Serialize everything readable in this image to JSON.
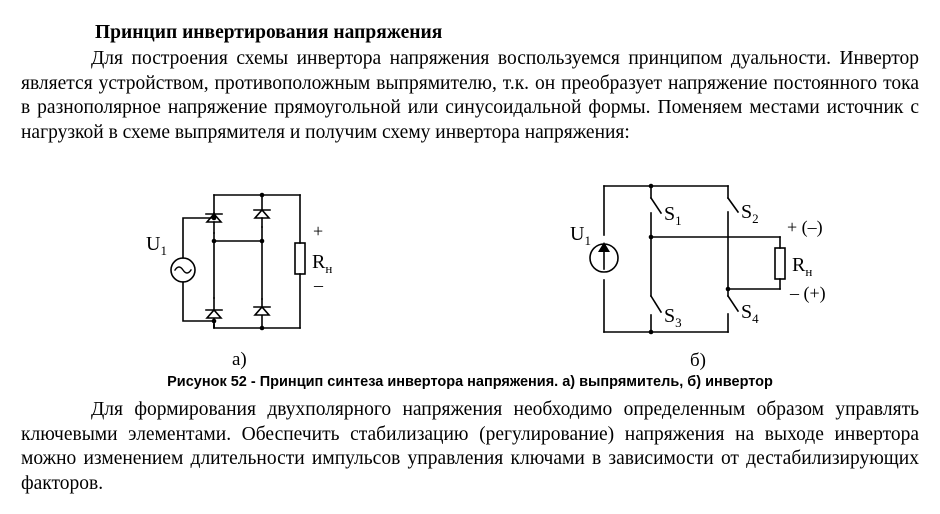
{
  "title": "Принцип инвертирования напряжения",
  "paragraph1": "Для построения схемы инвертора напряжения воспользуемся принципом дуальности. Инвертор является устройством, противоположным выпрямителю, т.к. он преобразует напряжение постоянного тока в разнополярное напряжение прямоугольной или синусоидальной формы. Поменяем местами источник с нагрузкой в схеме выпрямителя и получим схему инвертора напряжения:",
  "figure": {
    "a": {
      "source_label": "U",
      "source_sub": "1",
      "load_label": "R",
      "load_sub": "н",
      "plus": "+",
      "minus": "–",
      "sublabel": "а)"
    },
    "b": {
      "source_label": "U",
      "source_sub": "1",
      "s1": "S",
      "s1_sub": "1",
      "s2": "S",
      "s2_sub": "2",
      "s3": "S",
      "s3_sub": "3",
      "s4": "S",
      "s4_sub": "4",
      "load_label": "R",
      "load_sub": "н",
      "plus": "+ (–)",
      "minus": "– (+)",
      "sublabel": "б)"
    },
    "caption": "Рисунок 52 - Принцип синтеза инвертора напряжения. а) выпрямитель, б) инвертор"
  },
  "paragraph2": "Для формирования двухполярного напряжения необходимо определенным образом управлять ключевыми элементами. Обеспечить стабилизацию (регулирование) напряжения на выходе инвертора можно изменением длительности импульсов управления ключами в зависимости от дестабилизирующих факторов."
}
